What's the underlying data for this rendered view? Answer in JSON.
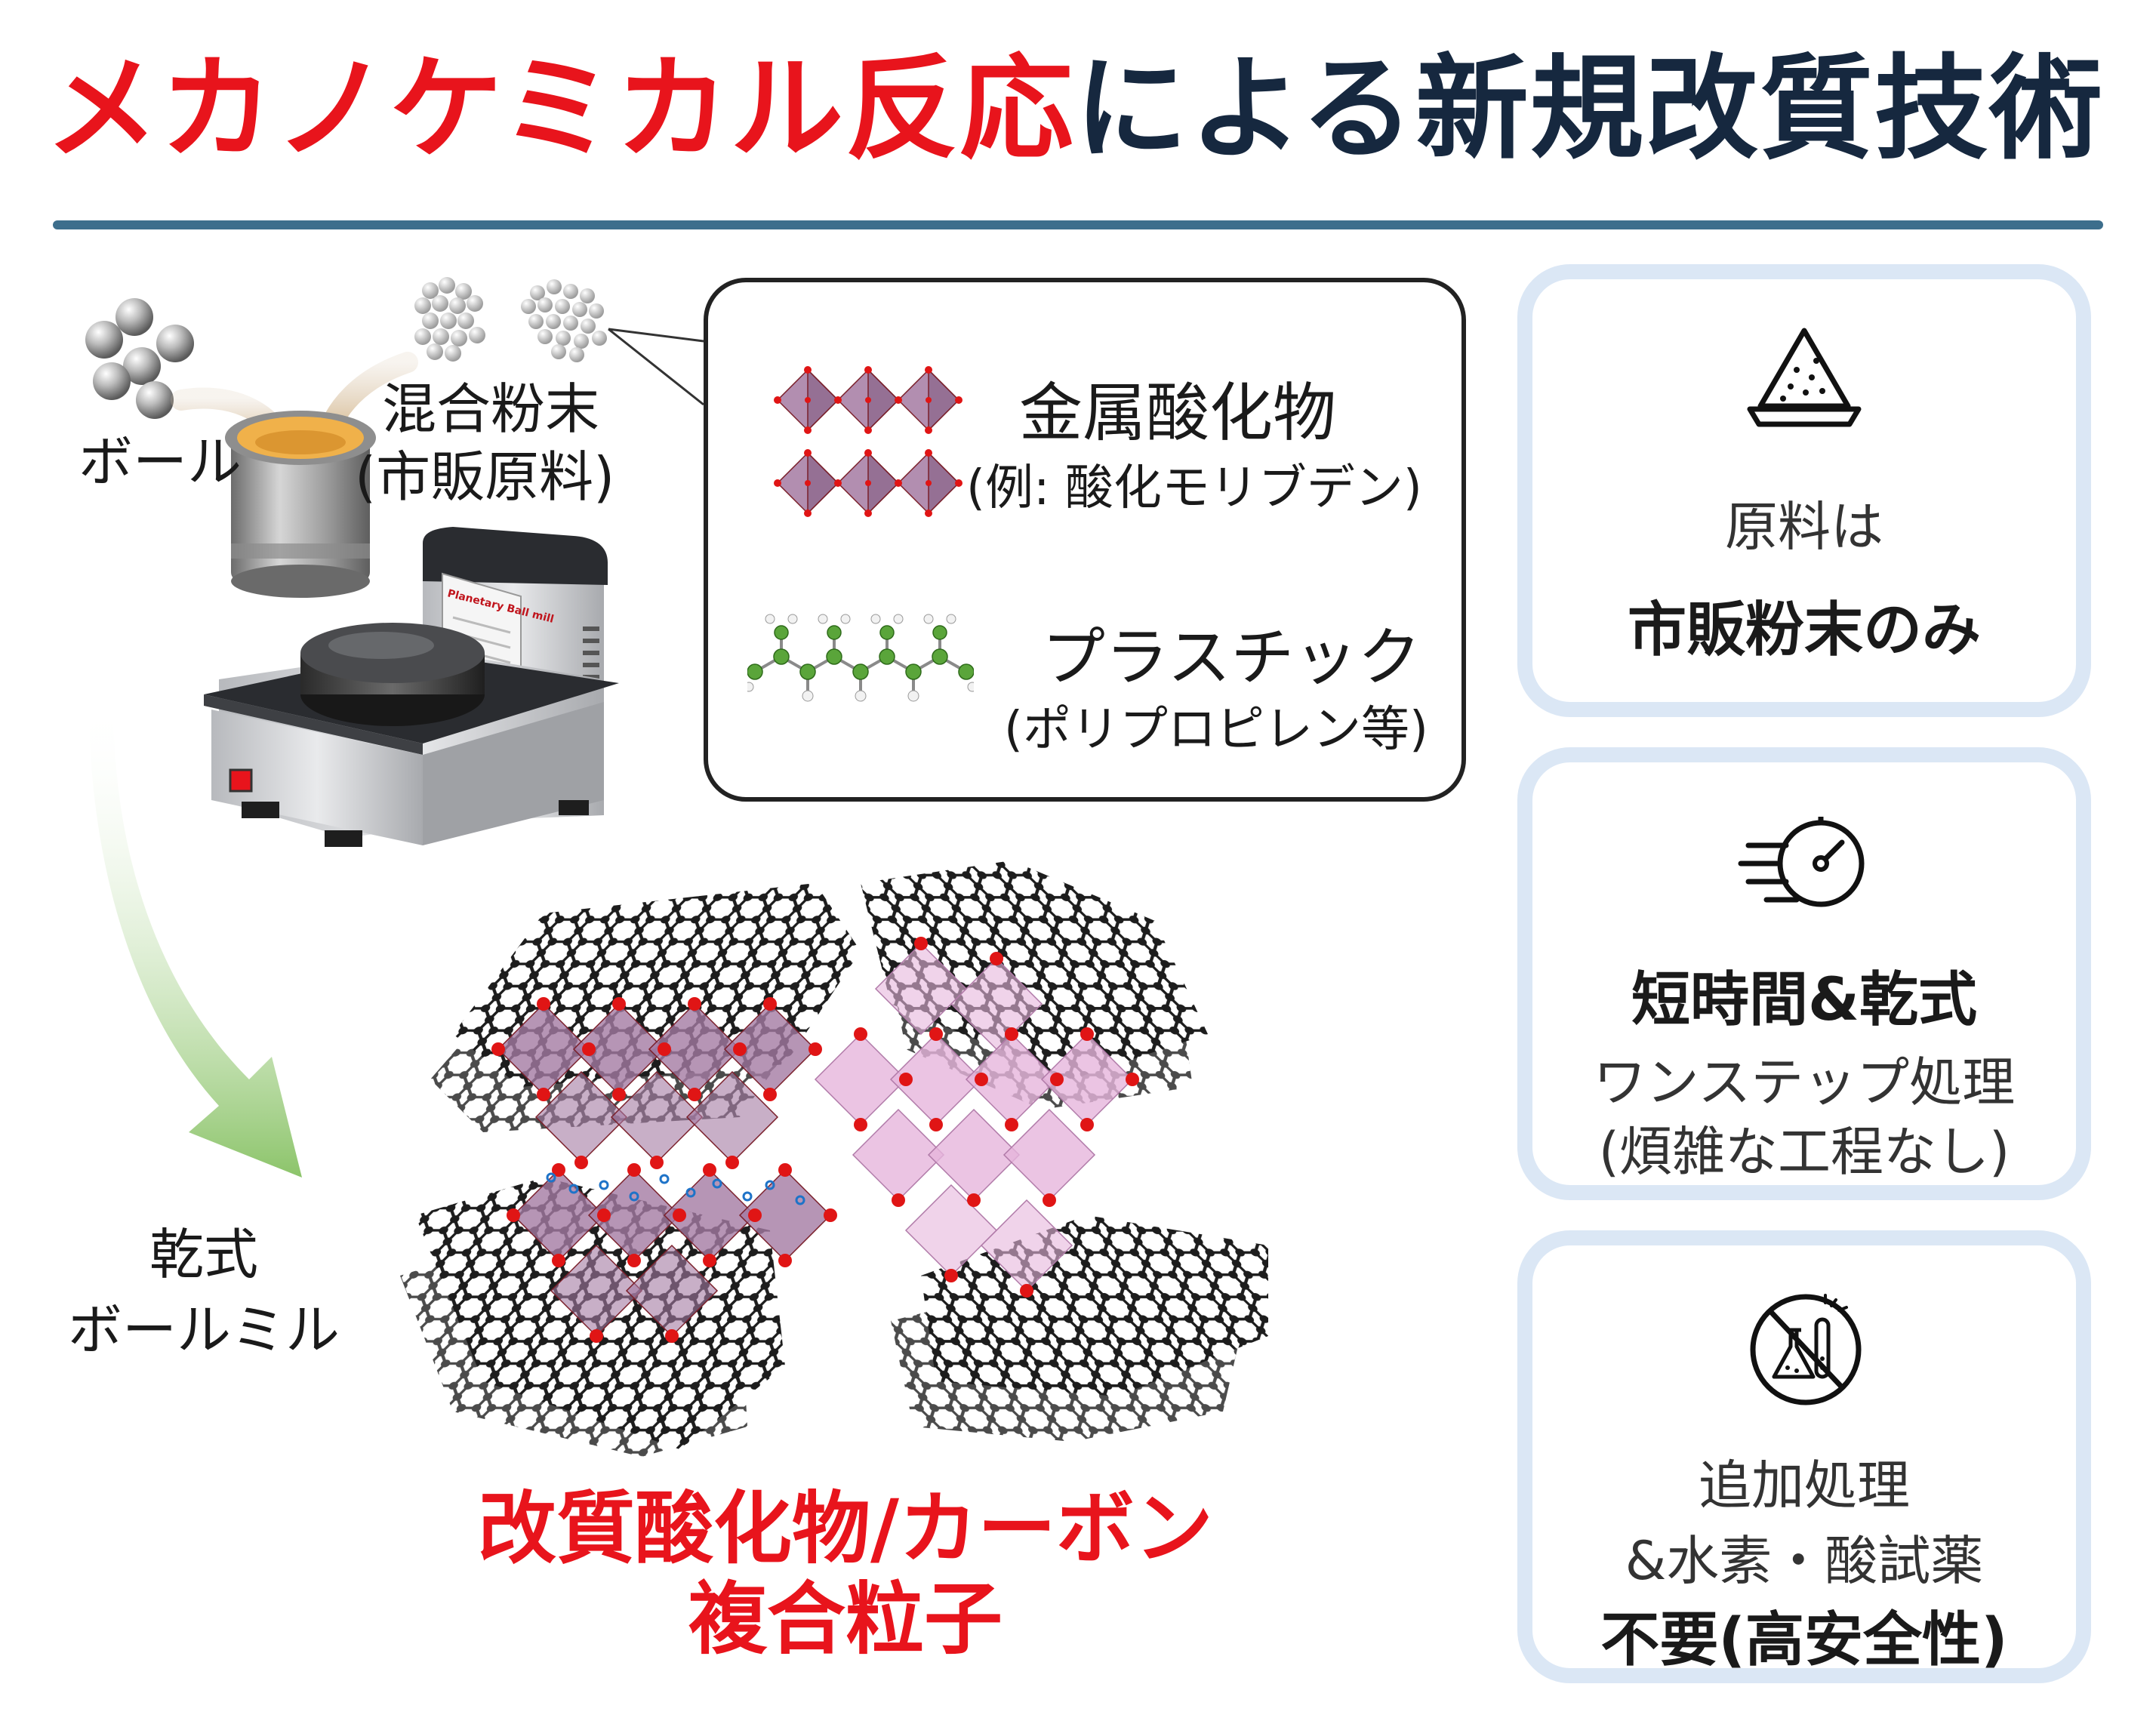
{
  "title": {
    "highlight": "メカノケミカル反応",
    "rest": "による新規改質技術",
    "highlight_color": "#e8141c",
    "rest_color": "#16283f"
  },
  "left": {
    "ball_label": "ボール",
    "powder_label_1": "混合粉末",
    "powder_label_2": "(市販原料)",
    "mill_panel_text": "Planetary Ball mill",
    "process_label_1": "乾式",
    "process_label_2": "ボールミル"
  },
  "callout": {
    "item1_name": "金属酸化物",
    "item1_example": "(例: 酸化モリブデン)",
    "item2_name": "プラスチック",
    "item2_example": "(ポリプロピレン等)"
  },
  "result": {
    "line1": "改質酸化物/カーボン",
    "line2": "複合粒子"
  },
  "cards": [
    {
      "icon": "powder-pile-icon",
      "line1": "原料は",
      "line2": "市販粉末のみ"
    },
    {
      "icon": "fast-timer-icon",
      "line1": "短時間&乾式",
      "line2": "ワンステップ処理",
      "line3": "(煩雑な工程なし)"
    },
    {
      "icon": "no-chemicals-icon",
      "line1": "追加処理",
      "line2": "&水素・酸試薬",
      "line3": "不要(高安全性)"
    }
  ],
  "colors": {
    "accent_red": "#e8141c",
    "rule": "#3d6e8c",
    "card_border": "#dbe7f5",
    "octahedron": "#a47aa2",
    "oxygen": "#e01515",
    "carbon": "#111111",
    "hydrogen_dots": "#1e73c8"
  }
}
